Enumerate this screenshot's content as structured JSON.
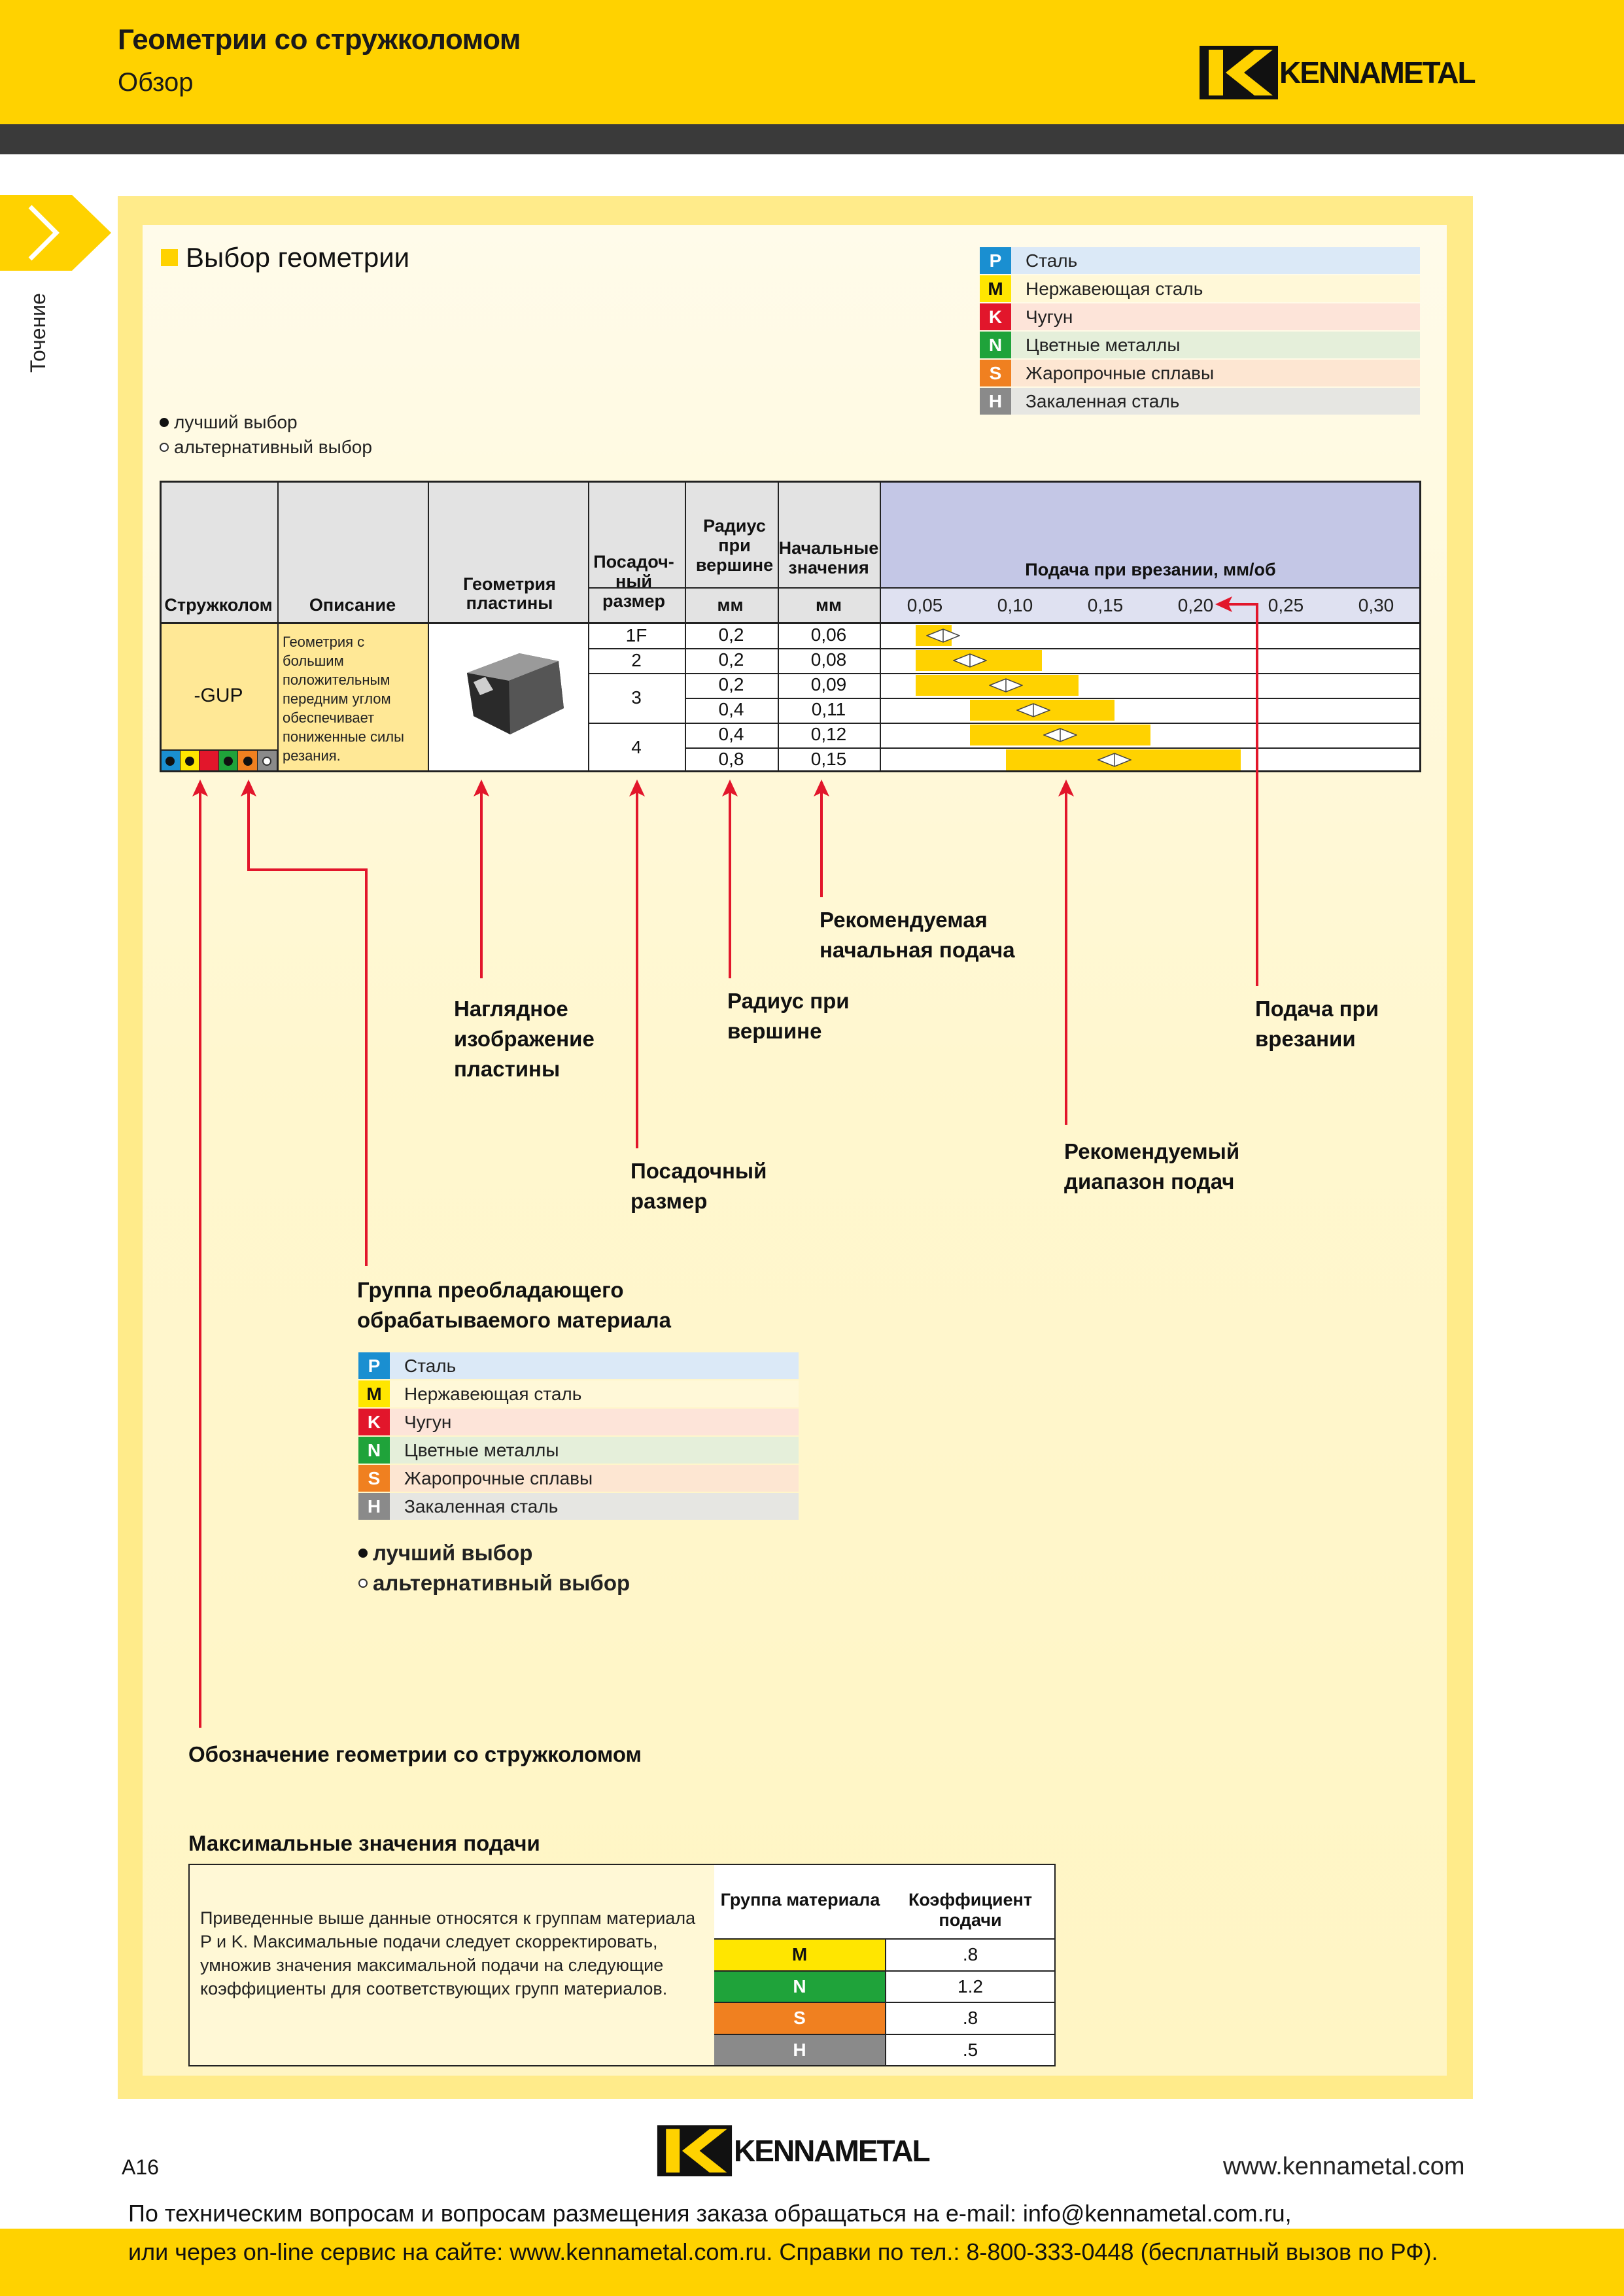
{
  "header": {
    "title": "Геометрии со стружколомом",
    "subtitle": "Обзор",
    "brand": "KENNAMETAL",
    "brand_color": "#ffd200",
    "band_color": "#3a3a3a"
  },
  "side_tab": {
    "label": "Точение",
    "icon": "chevron-right-icon"
  },
  "selection": {
    "title": "Выбор геометрии",
    "best": "лучший выбор",
    "alternative": "альтернативный выбор"
  },
  "materials": [
    {
      "code": "P",
      "label": "Сталь",
      "color": "#1a8fd1",
      "tint": "#dbe9f7"
    },
    {
      "code": "M",
      "label": "Нержавеющая сталь",
      "color": "#ffe600",
      "tint": "#fff8d8"
    },
    {
      "code": "K",
      "label": "Чугун",
      "color": "#e2162b",
      "tint": "#fde4d9"
    },
    {
      "code": "N",
      "label": "Цветные металлы",
      "color": "#1fa33a",
      "tint": "#e5efda"
    },
    {
      "code": "S",
      "label": "Жаропрочные сплавы",
      "color": "#f08020",
      "tint": "#fde6d2"
    },
    {
      "code": "H",
      "label": "Закаленная сталь",
      "color": "#8a8a8a",
      "tint": "#e6e6e2"
    }
  ],
  "table": {
    "headers": {
      "chipbreaker": "Стружколом",
      "description": "Описание",
      "geometry": "Геометрия пластины",
      "seat": "Посадоч-ный размер",
      "radius": "Радиус при вершине",
      "radius_unit": "мм",
      "start": "Начальные значения",
      "start_unit": "мм",
      "feed": "Подача при врезании, мм/об"
    },
    "chipbreaker": "-GUP",
    "description": "Геометрия с большим положительным передним углом обеспечивает пониженные силы резания.",
    "feed_ticks": [
      "0,05",
      "0,10",
      "0,15",
      "0,20",
      "0,25",
      "0,30"
    ],
    "feed_axis": [
      0.025,
      0.325
    ],
    "seats": [
      "1F",
      "2",
      "3",
      "4"
    ],
    "rows": [
      {
        "radius": "0,2",
        "start": "0,06",
        "min": 0.045,
        "max": 0.065,
        "start_value": 0.06
      },
      {
        "radius": "0,2",
        "start": "0,08",
        "min": 0.045,
        "max": 0.115,
        "start_value": 0.075
      },
      {
        "radius": "0,2",
        "start": "0,09",
        "min": 0.045,
        "max": 0.135,
        "start_value": 0.095
      },
      {
        "radius": "0,4",
        "start": "0,11",
        "min": 0.075,
        "max": 0.155,
        "start_value": 0.11
      },
      {
        "radius": "0,4",
        "start": "0,12",
        "min": 0.075,
        "max": 0.175,
        "start_value": 0.125
      },
      {
        "radius": "0,8",
        "start": "0,15",
        "min": 0.095,
        "max": 0.225,
        "start_value": 0.155
      }
    ],
    "material_dots": [
      {
        "code": "P",
        "mark": "best"
      },
      {
        "code": "M",
        "mark": "best"
      },
      {
        "code": "K",
        "mark": "none"
      },
      {
        "code": "N",
        "mark": "best"
      },
      {
        "code": "S",
        "mark": "best"
      },
      {
        "code": "H",
        "mark": "alternative"
      }
    ]
  },
  "callouts": {
    "insert_image": "Наглядное изображение пластины",
    "seat_size": "Посадочный размер",
    "radius": "Радиус при вершине",
    "start_feed": "Рекомендуемая начальная подача",
    "feed_range": "Рекомендуемый диапазон подач",
    "plunge_feed": "Подача при врезании",
    "material_group": "Группа преобладающего обрабатываемого материала",
    "chipbreaker_designation": "Обозначение геометрии со стружколомом",
    "best": "лучший выбор",
    "alternative": "альтернативный выбор"
  },
  "max_feed": {
    "title": "Максимальные значения подачи",
    "text": "Приведенные выше данные относятся к группам материала P и K. Максимальные подачи следует скорректировать, умножив значения максимальной подачи на следующие коэффициенты для соответствующих групп материалов.",
    "col_group": "Группа материала",
    "col_coef": "Коэффициент подачи",
    "rows": [
      {
        "code": "M",
        "coef": ".8",
        "color": "#ffe600",
        "text_color": "#111"
      },
      {
        "code": "N",
        "coef": "1.2",
        "color": "#1fa33a",
        "text_color": "#fff"
      },
      {
        "code": "S",
        "coef": ".8",
        "color": "#f08020",
        "text_color": "#fff"
      },
      {
        "code": "H",
        "coef": ".5",
        "color": "#8a8a8a",
        "text_color": "#fff"
      }
    ]
  },
  "footer": {
    "page": "A16",
    "brand": "KENNAMETAL",
    "site": "www.kennametal.com",
    "contact_line1": "По техническим вопросам и вопросам размещения заказа обращаться на e-mail: info@kennametal.com.ru,",
    "contact_line2": "или через on-line сервис на сайте: www.kennametal.com.ru. Справки по тел.: 8-800-333-0448 (бесплатный вызов по РФ)."
  }
}
